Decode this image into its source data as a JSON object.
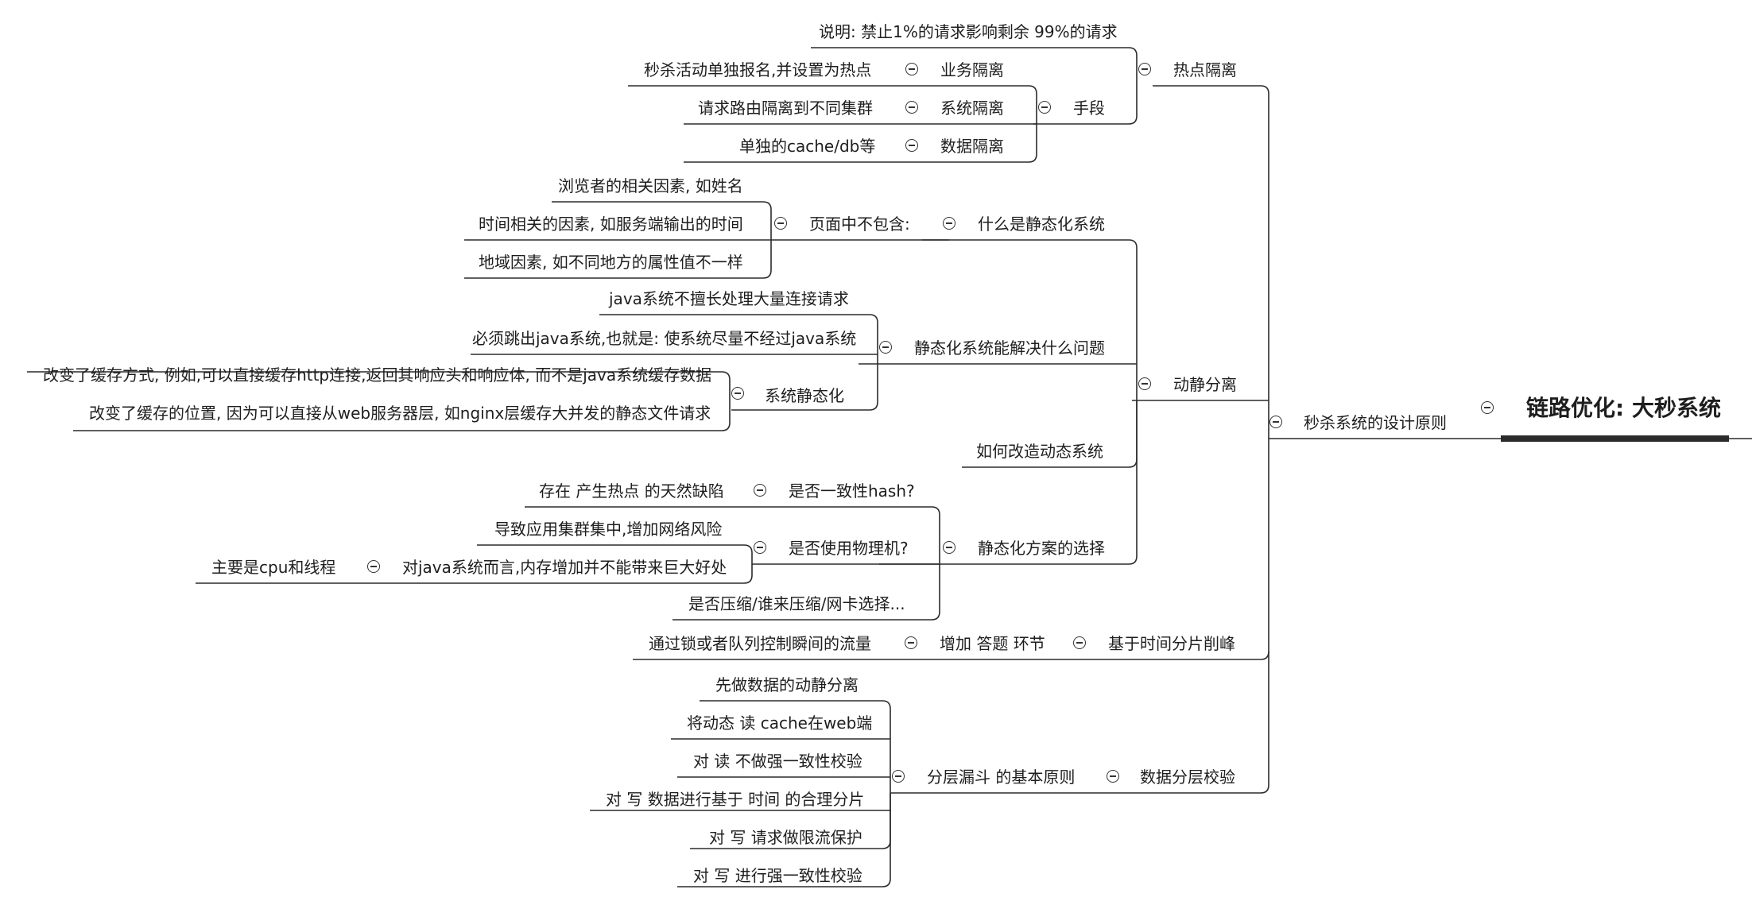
{
  "mindmap": {
    "root": "链路优化: 大秒系统",
    "n1": "秒杀系统的设计原则",
    "hot": "热点隔离",
    "hot_note": "说明: 禁止1%的请求影响剩余 99%的请求",
    "means": "手段",
    "biz_iso": "业务隔离",
    "biz_iso_d": "秒杀活动单独报名,并设置为热点",
    "sys_iso": "系统隔离",
    "sys_iso_d": "请求路由隔离到不同集群",
    "data_iso": "数据隔离",
    "data_iso_d": "单独的cache/db等",
    "dyn": "动静分离",
    "what_static": "什么是静态化系统",
    "no_contain": "页面中不包含:",
    "nc1": "浏览者的相关因素, 如姓名",
    "nc2": "时间相关的因素, 如服务端输出的时间",
    "nc3": "地域因素, 如不同地方的属性值不一样",
    "solve": "静态化系统能解决什么问题",
    "s1": "java系统不擅长处理大量连接请求",
    "s2": "必须跳出java系统,也就是: 使系统尽量不经过java系统",
    "sys_static": "系统静态化",
    "ss1": "改变了缓存方式, 例如,可以直接缓存http连接,返回其响应头和响应体, 而不是java系统缓存数据",
    "ss2": "改变了缓存的位置, 因为可以直接从web服务器层, 如nginx层缓存大并发的静态文件请求",
    "how_dyn": "如何改造动态系统",
    "choice": "静态化方案的选择",
    "hash": "是否一致性hash?",
    "hash_d": "存在 产生热点 的天然缺陷",
    "phys": "是否使用物理机?",
    "p1": "导致应用集群集中,增加网络风险",
    "p2": "对java系统而言,内存增加并不能带来巨大好处",
    "p2_d": "主要是cpu和线程",
    "compress": "是否压缩/谁来压缩/网卡选择...",
    "peak": "基于时间分片削峰",
    "add_q": "增加 答题 环节",
    "add_q_d": "通过锁或者队列控制瞬间的流量",
    "layer": "数据分层校验",
    "funnel": "分层漏斗 的基本原则",
    "f1": "先做数据的动静分离",
    "f2": "将动态 读 cache在web端",
    "f3": "对 读 不做强一致性校验",
    "f4": "对 写 数据进行基于 时间 的合理分片",
    "f5": "对 写 请求做限流保护",
    "f6": "对 写 进行强一致性校验"
  }
}
